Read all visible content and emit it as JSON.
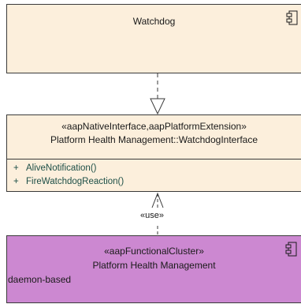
{
  "watchdog": {
    "name": "Watchdog",
    "icon": "component-icon"
  },
  "interface": {
    "stereotype": "«aapNativeInterface,aapPlatformExtension»",
    "name": "Platform Health Management::WatchdogInterface",
    "operations": [
      {
        "visibility": "+",
        "name": "AliveNotification()"
      },
      {
        "visibility": "+",
        "name": "FireWatchdogReaction()"
      }
    ]
  },
  "use_label": "«use»",
  "cluster": {
    "stereotype": "«aapFunctionalCluster»",
    "name": "Platform Health Management",
    "note": "daemon-based",
    "icon": "component-icon"
  },
  "colors": {
    "class_fill": "#fcefdc",
    "cluster_fill": "#cc88d1",
    "operation_text": "#1d4f47",
    "line": "#3a3a3a"
  }
}
